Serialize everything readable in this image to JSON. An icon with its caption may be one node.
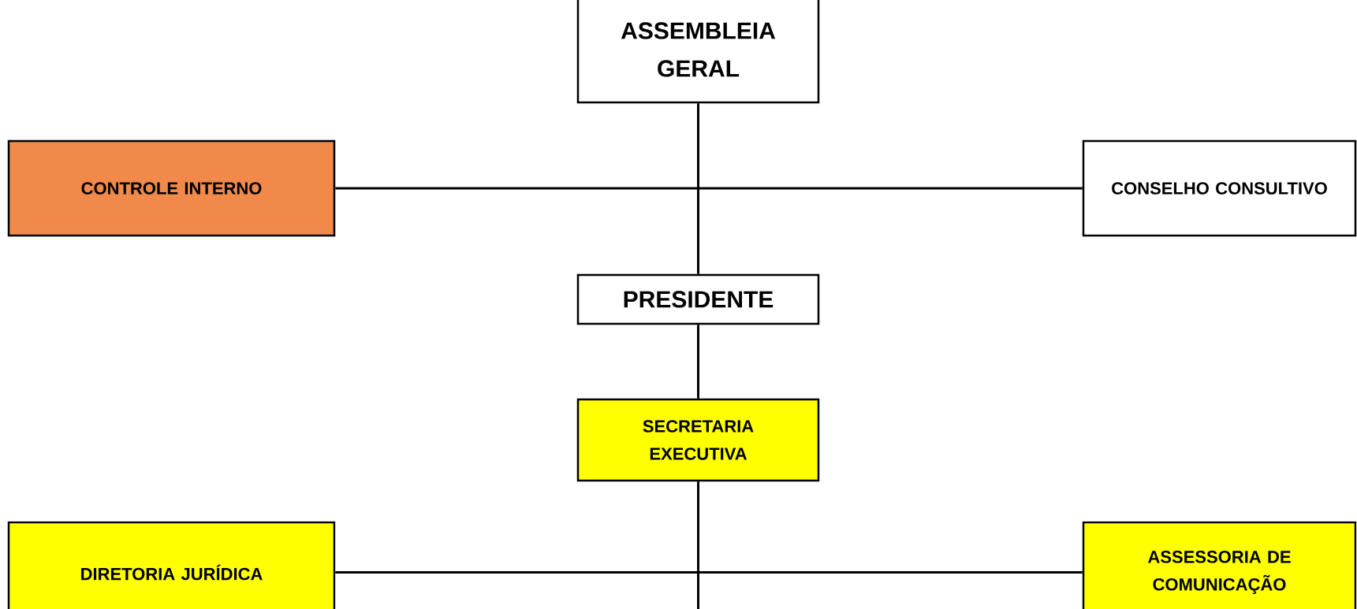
{
  "diagram": {
    "nodes": [
      {
        "text": [
          "ASSEMBLEIA GERAL"
        ]
      },
      {
        "text": [
          "CONTROLE INTERNO"
        ]
      },
      {
        "text": [
          "CONSELHO CONSULTIVO"
        ]
      },
      {
        "text": [
          "PRESIDENTE"
        ]
      },
      {
        "text": [
          "SECRETARIA EXECUTIVA"
        ]
      },
      {
        "text": [
          "DIRETORIA JURÍDICA"
        ]
      },
      {
        "text": [
          "ASSESSORIA DE COMUNICAÇÃO"
        ]
      }
    ],
    "edges": [
      {
        "from": 0,
        "to": 3,
        "arrow": "none"
      },
      {
        "from": 1,
        "to": 2,
        "arrow": "none"
      },
      {
        "from": 3,
        "to": 4,
        "arrow": "none"
      },
      {
        "from": 4,
        "to": null,
        "arrow": "none"
      },
      {
        "from": 5,
        "to": 6,
        "arrow": "none"
      }
    ]
  }
}
